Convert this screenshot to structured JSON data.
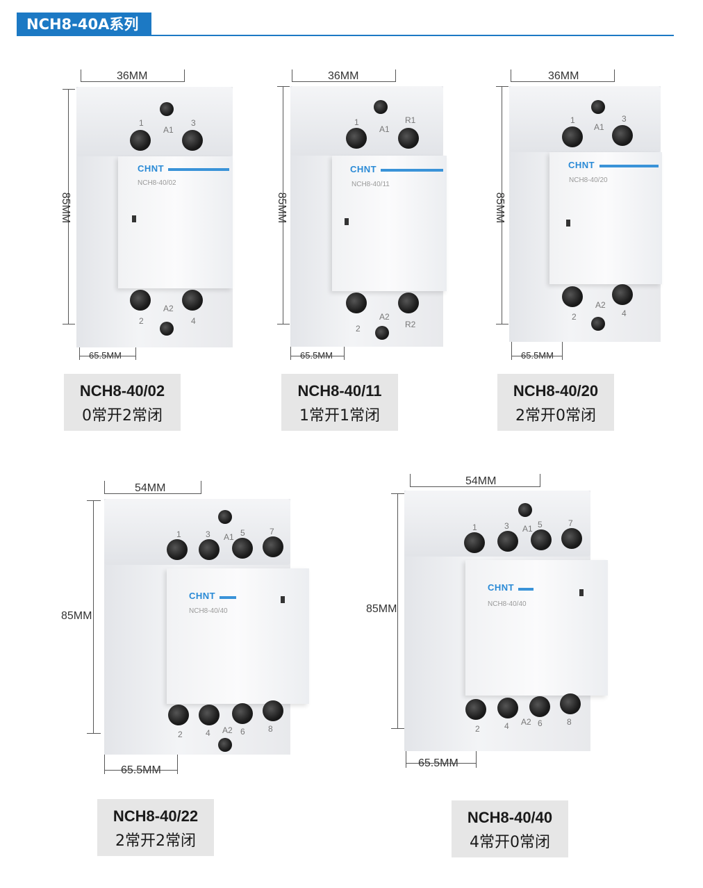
{
  "header": {
    "title": "NCH8-40A系列"
  },
  "products": [
    {
      "model": "NCH8-40/02",
      "desc": "0常开2常闭",
      "width": "36MM",
      "height": "85MM",
      "depth": "65.5MM",
      "brand": "CHNT",
      "device_model": "NCH8-40/02",
      "top_terms": [
        "1",
        "A1",
        "3"
      ],
      "bottom_terms": [
        "2",
        "A2",
        "4"
      ]
    },
    {
      "model": "NCH8-40/11",
      "desc": "1常开1常闭",
      "width": "36MM",
      "height": "85MM",
      "depth": "65.5MM",
      "brand": "CHNT",
      "device_model": "NCH8-40/11",
      "top_terms": [
        "1",
        "A1",
        "R1"
      ],
      "bottom_terms": [
        "2",
        "A2",
        "R2"
      ]
    },
    {
      "model": "NCH8-40/20",
      "desc": "2常开0常闭",
      "width": "36MM",
      "height": "85MM",
      "depth": "65.5MM",
      "brand": "CHNT",
      "device_model": "NCH8-40/20",
      "top_terms": [
        "1",
        "A1",
        "3"
      ],
      "bottom_terms": [
        "2",
        "A2",
        "4"
      ]
    },
    {
      "model": "NCH8-40/22",
      "desc": "2常开2常闭",
      "width": "54MM",
      "height": "85MM",
      "depth": "65.5MM",
      "brand": "CHNT",
      "device_model": "NCH8-40/40",
      "top_terms": [
        "1",
        "3",
        "A1",
        "5",
        "7"
      ],
      "bottom_terms": [
        "2",
        "4",
        "A2",
        "6",
        "8"
      ]
    },
    {
      "model": "NCH8-40/40",
      "desc": "4常开0常闭",
      "width": "54MM",
      "height": "85MM",
      "depth": "65.5MM",
      "brand": "CHNT",
      "device_model": "NCH8-40/40",
      "top_terms": [
        "1",
        "3",
        "A1",
        "5",
        "7"
      ],
      "bottom_terms": [
        "2",
        "4",
        "A2",
        "6",
        "8"
      ]
    }
  ]
}
